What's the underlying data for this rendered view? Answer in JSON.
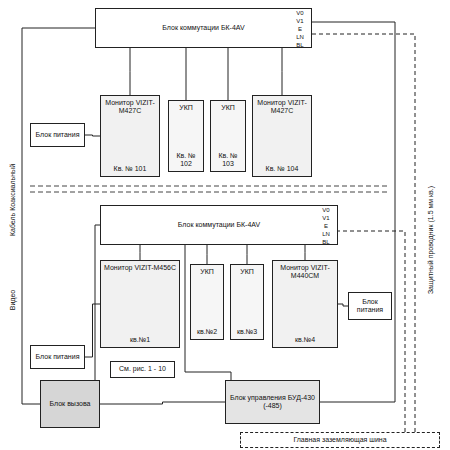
{
  "diagram": {
    "nodes": [
      {
        "text": [
          "Блок коммутации БК-4AV"
        ]
      },
      {
        "text": [
          "Монитор VIZIT-M427C",
          "Кв. № 101"
        ]
      },
      {
        "text": [
          "УКП",
          "Кв. № 102"
        ]
      },
      {
        "text": [
          "УКП",
          "Кв. № 103"
        ]
      },
      {
        "text": [
          "Монитор VIZIT-M427C",
          "Кв. № 104"
        ]
      },
      {
        "text": [
          "Блок питания"
        ]
      },
      {
        "text": [
          "Блок коммутации БК-4AV"
        ]
      },
      {
        "text": [
          "Монитор VIZIT-M456C",
          "кв.№1"
        ]
      },
      {
        "text": [
          "УКП",
          "кв.№2"
        ]
      },
      {
        "text": [
          "УКП",
          "кв.№3"
        ]
      },
      {
        "text": [
          "Монитор VIZIT-M440CM",
          "кв.№4"
        ]
      },
      {
        "text": [
          "Блок питания"
        ]
      },
      {
        "text": [
          "Блок питания"
        ]
      },
      {
        "text": [
          "Блок вызова"
        ]
      },
      {
        "text": [
          "См. рис. 1 - 10"
        ]
      },
      {
        "text": [
          "Блок управления БУД-430 (-485)"
        ]
      },
      {
        "text": [
          "Главная заземляющая шина"
        ]
      }
    ],
    "edges": [
      {
        "from": 0,
        "to": 1,
        "arrow": "none"
      },
      {
        "from": 0,
        "to": 2,
        "arrow": "none"
      },
      {
        "from": 0,
        "to": 3,
        "arrow": "none"
      },
      {
        "from": 0,
        "to": 4,
        "arrow": "none"
      },
      {
        "from": 5,
        "to": 1,
        "arrow": "none"
      },
      {
        "from": 6,
        "to": 7,
        "arrow": "none"
      },
      {
        "from": 6,
        "to": 8,
        "arrow": "none"
      },
      {
        "from": 6,
        "to": 9,
        "arrow": "none"
      },
      {
        "from": 6,
        "to": 10,
        "arrow": "none"
      },
      {
        "from": 11,
        "to": 7,
        "arrow": "none"
      },
      {
        "from": 12,
        "to": 10,
        "arrow": "none"
      },
      {
        "from": 13,
        "to": 15,
        "arrow": "none"
      },
      {
        "from": 15,
        "to": 6,
        "arrow": "none"
      },
      {
        "from": 15,
        "to": 0,
        "arrow": "none"
      },
      {
        "from": 13,
        "to": 0,
        "arrow": "none"
      },
      {
        "from": 13,
        "to": 6,
        "arrow": "none"
      },
      {
        "from": 16,
        "to": 0,
        "arrow": "none"
      },
      {
        "from": 16,
        "to": 6,
        "arrow": "none"
      }
    ],
    "labels": [
      "Кабель Коаксиальный",
      "Видео",
      "Защитный проводник (1.5 мм кв.)",
      "V0",
      "V1",
      "E",
      "LN",
      "BL",
      "V0",
      "V1",
      "E",
      "LN",
      "BL"
    ]
  }
}
